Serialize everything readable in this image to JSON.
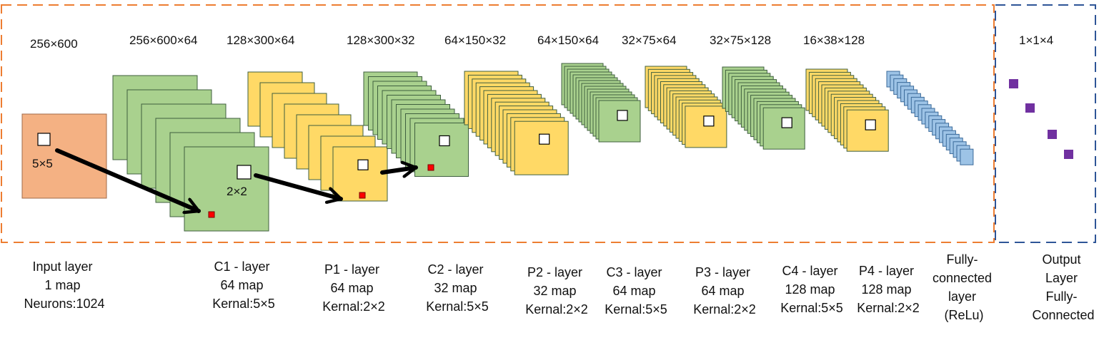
{
  "dims": {
    "input": "256×600",
    "c1": "256×600×64",
    "p1": "128×300×64",
    "c2": "128×300×32",
    "p2": "64×150×32",
    "c3": "64×150×64",
    "p3": "32×75×64",
    "c4": "32×75×128",
    "p4": "16×38×128",
    "output": "1×1×4"
  },
  "kernel_labels": {
    "input": "5×5",
    "c1": "2×2"
  },
  "captions": {
    "input": [
      "Input layer",
      "1 map",
      "Neurons:1024"
    ],
    "c1": [
      "C1 - layer",
      "64 map",
      "Kernal:5×5"
    ],
    "p1": [
      "P1 - layer",
      "64 map",
      "Kernal:2×2"
    ],
    "c2": [
      "C2 - layer",
      "32 map",
      "Kernal:5×5"
    ],
    "p2": [
      "P2 - layer",
      "32 map",
      "Kernal:2×2"
    ],
    "c3": [
      "C3 - layer",
      "64 map",
      "Kernal:5×5"
    ],
    "p3": [
      "P3 - layer",
      "64 map",
      "Kernal:2×2"
    ],
    "c4": [
      "C4 - layer",
      "128 map",
      "Kernal:5×5"
    ],
    "p4": [
      "P4 - layer",
      "128 map",
      "Kernal:2×2"
    ],
    "fc": [
      "Fully-",
      "connected",
      "layer",
      "(ReLu)"
    ],
    "output": [
      "Output",
      "Layer",
      "Fully-",
      "Connected"
    ]
  },
  "colors": {
    "input_map": "#f4b183",
    "conv_map": "#a9d18e",
    "pool_map": "#ffd966",
    "fc_units": "#9dc3e6",
    "output_units": "#7030a0",
    "orange_border": "#ed7d31",
    "blue_border": "#2e5597",
    "marker": "#ff0000"
  }
}
